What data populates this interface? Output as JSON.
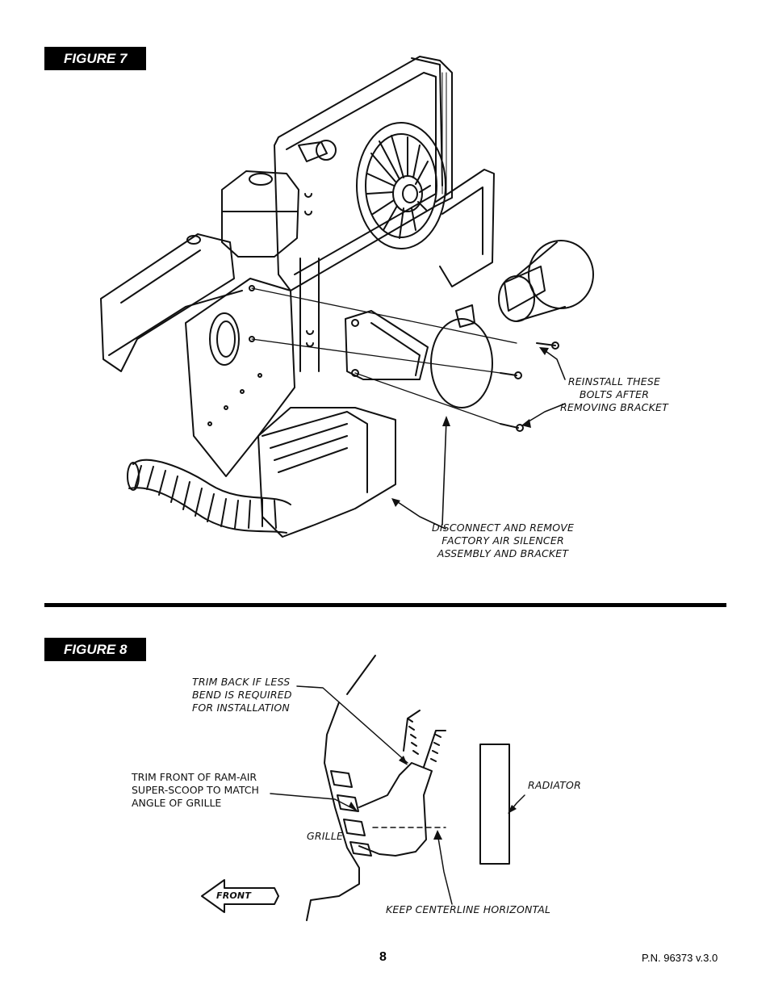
{
  "figure7": {
    "label": "FIGURE 7",
    "callouts": {
      "reinstall": [
        "REINSTALL THESE",
        "BOLTS AFTER",
        "REMOVING BRACKET"
      ],
      "disconnect": [
        "DISCONNECT AND REMOVE",
        "FACTORY AIR SILENCER",
        "ASSEMBLY AND BRACKET"
      ]
    }
  },
  "figure8": {
    "label": "FIGURE 8",
    "callouts": {
      "trim_back": [
        "TRIM BACK IF LESS",
        "BEND IS REQUIRED",
        "FOR INSTALLATION"
      ],
      "trim_front": [
        "TRIM FRONT OF RAM-AIR",
        "SUPER-SCOOP TO MATCH",
        "ANGLE OF GRILLE"
      ],
      "radiator": "RADIATOR",
      "grille": "GRILLE",
      "centerline": "KEEP CENTERLINE HORIZONTAL",
      "front_arrow": "FRONT"
    }
  },
  "footer": {
    "page_number": "8",
    "part_number": "P.N. 96373 v.3.0"
  }
}
